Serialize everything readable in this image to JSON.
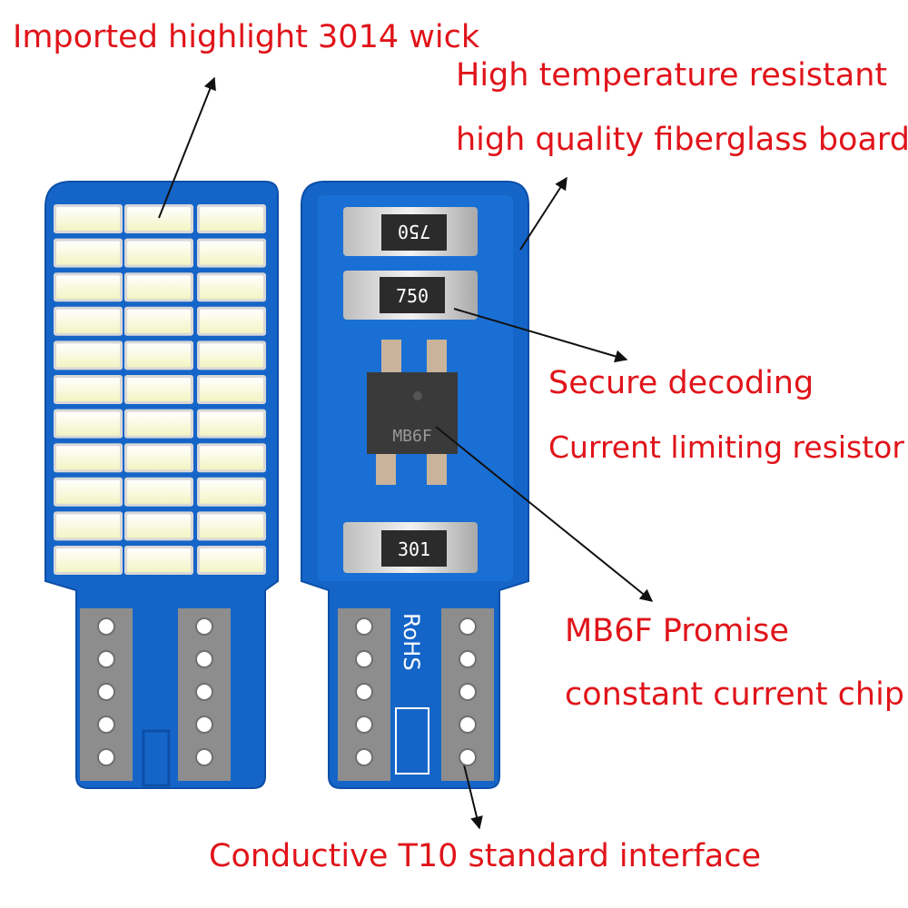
{
  "callouts": {
    "wick": "Imported highlight 3014 wick",
    "board_line1": "High temperature resistant",
    "board_line2": "high quality fiberglass board",
    "decoding": "Secure decoding",
    "resistor": "Current limiting resistor",
    "chip_line1": "MB6F Promise",
    "chip_line2": "constant current chip",
    "interface": "Conductive T10 standard interface"
  },
  "components": {
    "resistor_top": "750",
    "resistor_mid": "750",
    "resistor_bottom": "301",
    "chip": "MB6F",
    "rohs": "RoHS"
  },
  "colors": {
    "label": "#e0141a",
    "pcb": "#1565c8",
    "pcb_dark": "#0d4fa8",
    "led": "#fbfcd8",
    "pad": "#8d8d8d",
    "chip": "#3a3a3a"
  },
  "led_grid": {
    "rows": 11,
    "columns": 3
  }
}
